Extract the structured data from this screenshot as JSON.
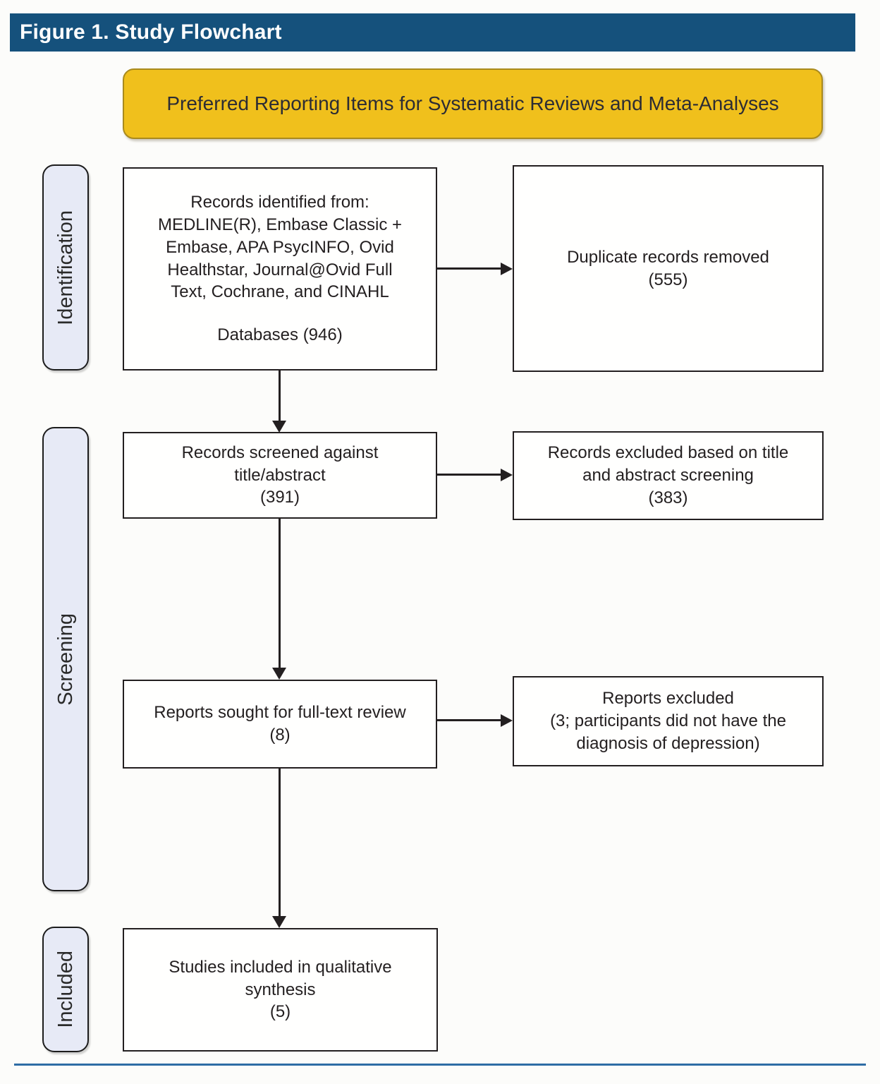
{
  "figure": {
    "title": "Figure 1. Study Flowchart"
  },
  "banner": {
    "text": "Preferred Reporting Items for Systematic Reviews and Meta-Analyses"
  },
  "stages": [
    {
      "label": "Identification"
    },
    {
      "label": "Screening"
    },
    {
      "label": "Included"
    }
  ],
  "boxes": {
    "identified": {
      "lines": [
        "Records identified from:",
        "MEDLINE(R), Embase Classic +",
        "Embase, APA PsycINFO, Ovid",
        "Healthstar, Journal@Ovid Full",
        "Text, Cochrane, and CINAHL"
      ],
      "footer": "Databases (946)"
    },
    "duplicates": {
      "lines": [
        "Duplicate records removed",
        "(555)"
      ]
    },
    "screened": {
      "lines": [
        "Records screened against",
        "title/abstract",
        "(391)"
      ]
    },
    "excluded_title": {
      "lines": [
        "Records excluded based on title",
        "and abstract screening",
        "(383)"
      ]
    },
    "fulltext": {
      "lines": [
        "Reports sought for full-text review",
        "(8)"
      ]
    },
    "excluded_reports": {
      "lines": [
        "Reports excluded",
        "(3; participants did not have the",
        "diagnosis of depression)"
      ]
    },
    "included": {
      "lines": [
        "Studies included in qualitative",
        "synthesis",
        "(5)"
      ]
    }
  },
  "colors": {
    "header_bg": "#15517C",
    "header_text": "#FFFFFF",
    "banner_bg": "#F0C01C",
    "banner_border": "#A98A1E",
    "stage_bg": "#E7EAF6",
    "box_border": "#231F20",
    "box_bg": "#FFFFFE",
    "text": "#231F20",
    "arrow": "#231F20",
    "bottom_rule": "#2E6DA5"
  }
}
